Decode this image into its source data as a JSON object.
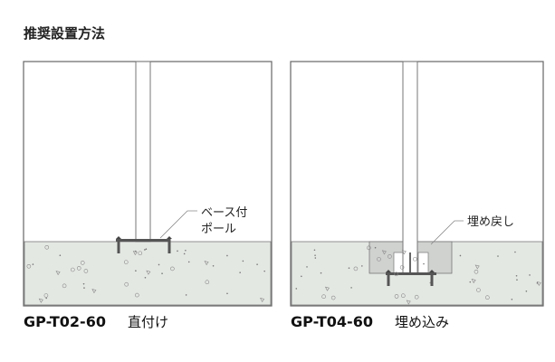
{
  "title": "推奨設置方法",
  "diagrams": [
    {
      "model": "GP-T02-60",
      "method": "直付け",
      "callout": [
        "ベース付",
        "ポール"
      ]
    },
    {
      "model": "GP-T04-60",
      "method": "埋め込み",
      "callout": [
        "埋め戻し"
      ]
    }
  ],
  "colors": {
    "ground": "#e4e8e3",
    "backfill": "#d0d2d0",
    "outline": "#555555",
    "anchor": "#444444"
  }
}
